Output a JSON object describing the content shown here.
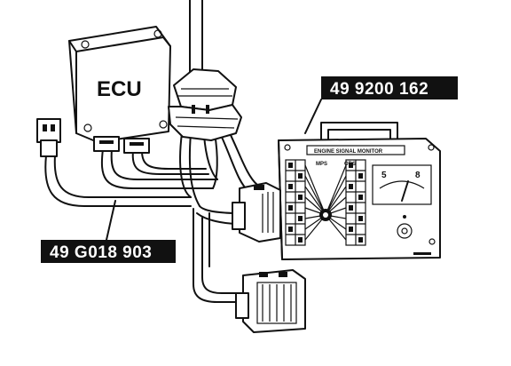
{
  "ecu": {
    "label": "ECU"
  },
  "part_labels": {
    "monitor": "49 9200 162",
    "harness": "49 G018 903"
  },
  "monitor": {
    "title": "ENGINE SIGNAL MONITOR",
    "panel_headers": [
      "MPS",
      "OBS"
    ],
    "meter_marks": [
      "5",
      "8"
    ]
  }
}
